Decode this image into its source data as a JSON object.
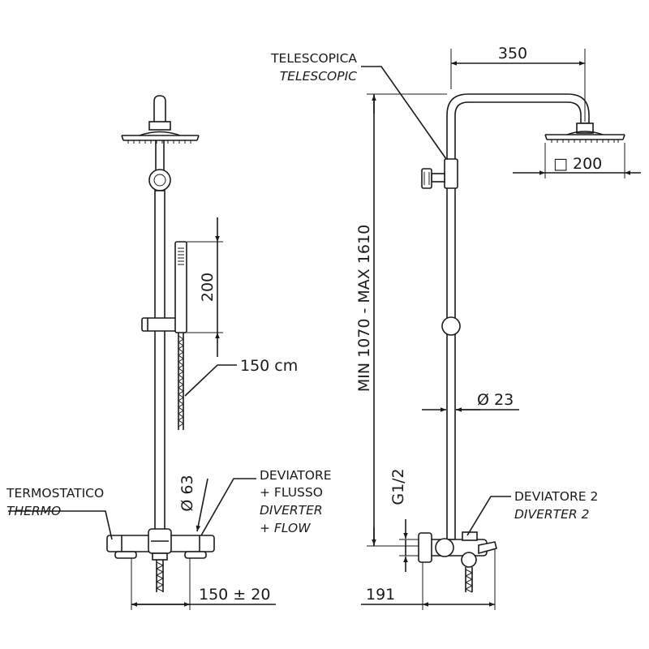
{
  "front_view": {
    "hose_length": "150 cm",
    "handshower_height": "200",
    "diverter_diameter": "Ø 63",
    "connection_spacing": "150 ± 20",
    "thermostatic_label": "TERMOSTATICO",
    "thermostatic_label_en": "THERMO",
    "diverter_label_line1": "DEVIATORE",
    "diverter_label_line2": "+ FLUSSO",
    "diverter_label_en_line1": "DIVERTER",
    "diverter_label_en_line2": "+ FLOW"
  },
  "side_view": {
    "telescopic_label": "TELESCOPICA",
    "telescopic_label_en": "TELESCOPIC",
    "arm_length": "350",
    "head_size": "□ 200",
    "height_range": "MIN 1070 - MAX 1610",
    "pipe_diameter": "Ø 23",
    "thread": "G1/2",
    "wall_distance": "191",
    "diverter2_label": "DEVIATORE 2",
    "diverter2_label_en": "DIVERTER 2"
  }
}
